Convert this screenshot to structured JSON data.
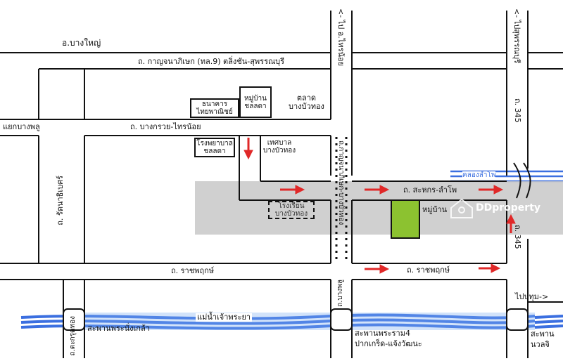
{
  "roads": {
    "bang_yai": "อ.บางใหญ่",
    "kanchanaphisek": "ถ. กาญจนาภิเษก (ทล.9) ตลิ่งชัน-สุพรรณบุรี",
    "bang_kruai_sai_noi": "ถ. บางกรวย-ไทรน้อย",
    "yaek_bang_phlu": "แยกบางพลู",
    "to_sai_noi": "<- ไป อ.ไทรน้อย",
    "to_suphanburi": "<- ไปสุพรรณบุรี",
    "rt_345_top": "ถ. 345",
    "rt_345_bottom": "ถ. 345",
    "rattanathibet": "ถ. รัตนาธิเบศร์",
    "mid_vertical": "ถ.กาญจนาภิเษก-บางบัวทอง",
    "sahakan_lamphai": "ถ. สะหกร-ลำโพ",
    "ratchaphruek_left": "ถ. ราชพฤกษ์",
    "ratchaphruek_right": "ถ. ราชพฤกษ์",
    "to_pathum": "ไปปทุม->",
    "bottom_left_vertical": "ถ.ตะกรุดทอง",
    "bottom_mid_vertical": "ถ.บางพลู"
  },
  "places": {
    "bank": "ธนาคาร\nไทยพาณิชย์",
    "village_chonlada_top": "หมู่บ้าน\nชลลดา",
    "market": "ตลาด\nบางบัวทอง",
    "hospital": "โรงพยาบาล\nชลลดา",
    "municipality": "เทศบาล\nบางบัวทอง",
    "school": "โรงเรียน\nบางบัวทอง",
    "village_right": "หมู่บ้าน",
    "canal": "คลองลำโพ",
    "river": "แม่น้ำเจ้าพระยา",
    "bridge_nonthaburi": "สะพานพระนั่งเกล้า",
    "bridge_rama4": "สะพานพระราม4",
    "pak_kret": "ปากเกร็ด-แจ้งวัฒนะ",
    "bridge_nawalchai_1": "สะพาน",
    "bridge_nawalchai_2": "นวลจิ"
  },
  "watermark": "DDproperty",
  "colors": {
    "road": "#111111",
    "arrow": "#e02828",
    "water": "#3b6fe0",
    "water_light": "#7fb0f0",
    "band": "#c8c8c8",
    "project": "#8cc230"
  }
}
